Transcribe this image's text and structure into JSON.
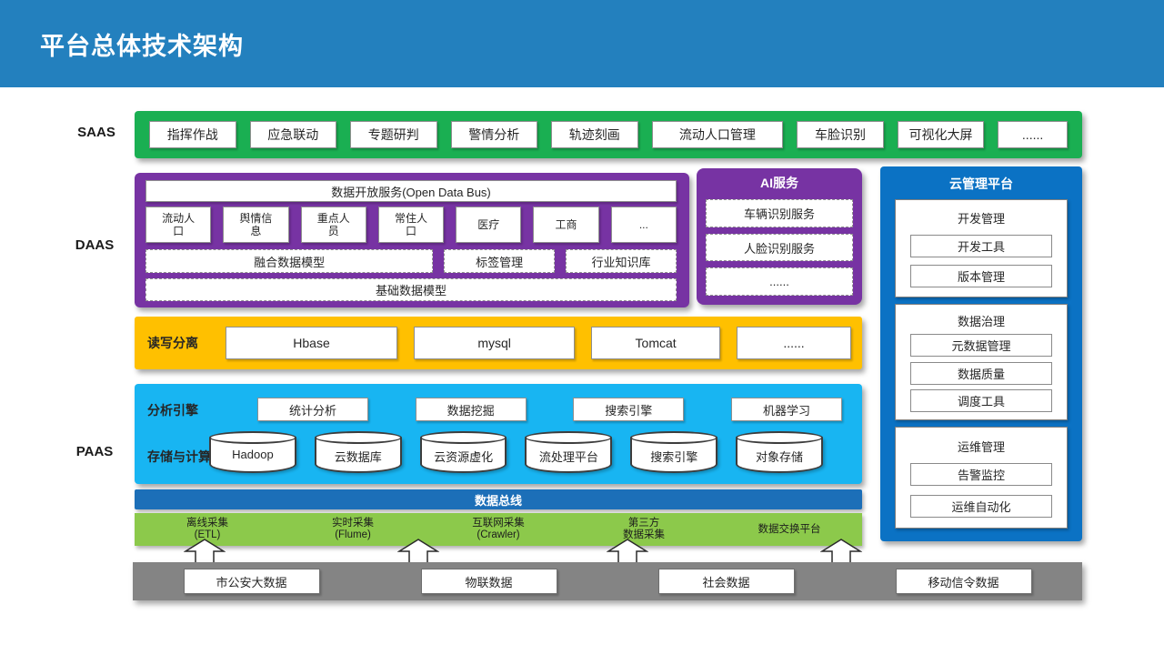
{
  "header": {
    "title": "平台总体技术架构"
  },
  "colors": {
    "header_blue": "#2380BE",
    "saas_green": "#1AAF52",
    "daas_purple": "#7733A3",
    "cloud_blue": "#0B72C4",
    "rw_yellow": "#FFC000",
    "paas_cyan": "#18B5F2",
    "databus_blue": "#1C6FB8",
    "collect_green": "#8CC94B",
    "source_gray": "#848484"
  },
  "layers": {
    "saas": {
      "label": "SAAS",
      "items": [
        "指挥作战",
        "应急联动",
        "专题研判",
        "警情分析",
        "轨迹刻画",
        "流动人口管理",
        "车脸识别",
        "可视化大屏",
        "......"
      ]
    },
    "daas": {
      "label": "DAAS",
      "open_service": "数据开放服务(Open Data Bus)",
      "data_boxes": [
        "流动人\n口",
        "舆情信\n息",
        "重点人\n员",
        "常住人\n口",
        "医疗",
        "工商",
        "..."
      ],
      "model_row": [
        "融合数据模型",
        "标签管理",
        "行业知识库"
      ],
      "base_model": "基础数据模型"
    },
    "ai": {
      "title": "AI服务",
      "items": [
        "车辆识别服务",
        "人脸识别服务",
        "......"
      ]
    },
    "cloud_mgmt": {
      "title": "云管理平台",
      "sections": [
        {
          "title": "开发管理",
          "items": [
            "开发工具",
            "版本管理"
          ]
        },
        {
          "title": "数据治理",
          "items": [
            "元数据管理",
            "数据质量",
            "调度工具"
          ]
        },
        {
          "title": "运维管理",
          "items": [
            "告警监控",
            "运维自动化"
          ]
        }
      ]
    },
    "rw_split": {
      "label": "读写分离",
      "items": [
        "Hbase",
        "mysql",
        "Tomcat",
        "......"
      ]
    },
    "paas": {
      "label": "PAAS",
      "analysis": {
        "label": "分析引擎",
        "items": [
          "统计分析",
          "数据挖掘",
          "搜索引擎",
          "机器学习"
        ]
      },
      "storage": {
        "label": "存储与计算",
        "items": [
          "Hadoop",
          "云数据库",
          "云资源虚化",
          "流处理平台",
          "搜索引擎",
          "对象存储"
        ]
      }
    },
    "data_bus": {
      "label": "数据总线"
    },
    "collection": {
      "items": [
        "离线采集\n(ETL)",
        "实时采集\n(Flume)",
        "互联网采集\n(Crawler)",
        "第三方\n数据采集",
        "数据交换平台"
      ]
    },
    "sources": {
      "items": [
        "市公安大数据",
        "物联数据",
        "社会数据",
        "移动信令数据"
      ]
    }
  }
}
